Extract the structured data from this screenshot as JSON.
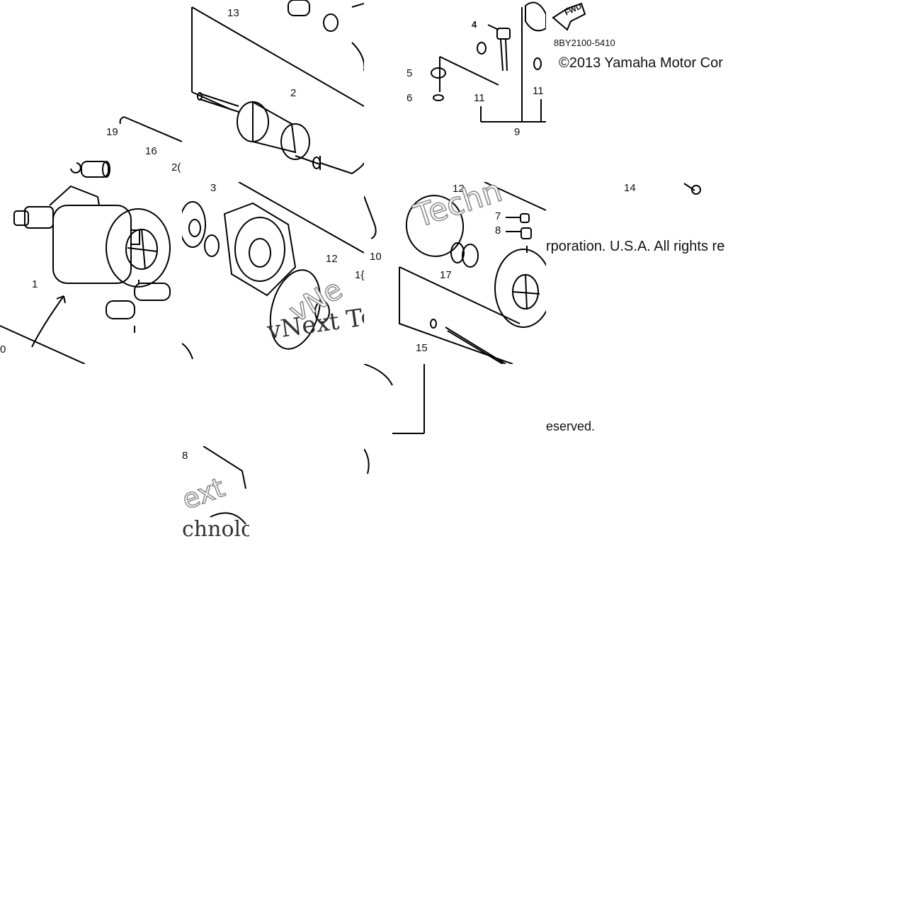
{
  "diagram": {
    "code": "8BY2100-5410",
    "copyright_line": "©2013 Yamaha Motor Cor",
    "rights_fragment": "rporation. U.S.A. All rights re",
    "reserved_fragment": "eserved.",
    "fwd_label": "FWD",
    "watermarks": {
      "w1": "Techn",
      "w2": "vNext Te",
      "w3": "ext",
      "w4": "chnolo",
      "w5": "vNe"
    },
    "callouts": {
      "c13": "13",
      "c2": "2",
      "c4": "4",
      "c5": "5",
      "c6": "6",
      "c11a": "11",
      "c11b": "11",
      "c9": "9",
      "c19": "19",
      "c16": "16",
      "c20": "2(",
      "c1": "1",
      "c3": "3",
      "c12a": "12",
      "c18": "1{",
      "c10": "10",
      "c12b": "12",
      "c7": "7",
      "c8": "8",
      "c17": "17",
      "c15": "15",
      "c14": "14",
      "c0": "0",
      "c8b": "8"
    }
  }
}
